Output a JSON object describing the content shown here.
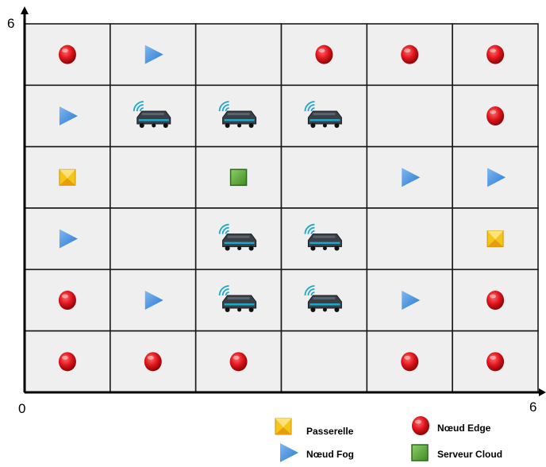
{
  "axes": {
    "x_min_label": "0",
    "x_max_label": "6",
    "y_max_label": "6"
  },
  "grid": {
    "columns": 6,
    "rows": 6,
    "cell_color": "#efefef",
    "line_color": "#1a1a1a"
  },
  "colors": {
    "edge": "#e0141c",
    "fog": "#3d8ee0",
    "gateway": "#f5c518",
    "cloud": "#5aa83a",
    "robot_body": "#3a3f46",
    "robot_accent": "#1fa7c9"
  },
  "cells": [
    {
      "col": 0,
      "row": 0,
      "type": "edge"
    },
    {
      "col": 1,
      "row": 0,
      "type": "fog"
    },
    {
      "col": 3,
      "row": 0,
      "type": "edge"
    },
    {
      "col": 4,
      "row": 0,
      "type": "edge"
    },
    {
      "col": 5,
      "row": 0,
      "type": "edge"
    },
    {
      "col": 0,
      "row": 1,
      "type": "fog"
    },
    {
      "col": 1,
      "row": 1,
      "type": "robot"
    },
    {
      "col": 2,
      "row": 1,
      "type": "robot"
    },
    {
      "col": 3,
      "row": 1,
      "type": "robot"
    },
    {
      "col": 5,
      "row": 1,
      "type": "edge"
    },
    {
      "col": 0,
      "row": 2,
      "type": "gateway"
    },
    {
      "col": 2,
      "row": 2,
      "type": "cloud"
    },
    {
      "col": 4,
      "row": 2,
      "type": "fog"
    },
    {
      "col": 5,
      "row": 2,
      "type": "fog"
    },
    {
      "col": 0,
      "row": 3,
      "type": "fog"
    },
    {
      "col": 2,
      "row": 3,
      "type": "robot"
    },
    {
      "col": 3,
      "row": 3,
      "type": "robot"
    },
    {
      "col": 5,
      "row": 3,
      "type": "gateway"
    },
    {
      "col": 0,
      "row": 4,
      "type": "edge"
    },
    {
      "col": 1,
      "row": 4,
      "type": "fog"
    },
    {
      "col": 2,
      "row": 4,
      "type": "robot"
    },
    {
      "col": 3,
      "row": 4,
      "type": "robot"
    },
    {
      "col": 4,
      "row": 4,
      "type": "fog"
    },
    {
      "col": 5,
      "row": 4,
      "type": "edge"
    },
    {
      "col": 0,
      "row": 5,
      "type": "edge"
    },
    {
      "col": 1,
      "row": 5,
      "type": "edge"
    },
    {
      "col": 2,
      "row": 5,
      "type": "edge"
    },
    {
      "col": 4,
      "row": 5,
      "type": "edge"
    },
    {
      "col": 5,
      "row": 5,
      "type": "edge"
    }
  ],
  "legend": {
    "gateway": "Passerelle",
    "edge": "Nœud Edge",
    "fog": "Nœud Fog",
    "cloud": "Serveur Cloud"
  }
}
